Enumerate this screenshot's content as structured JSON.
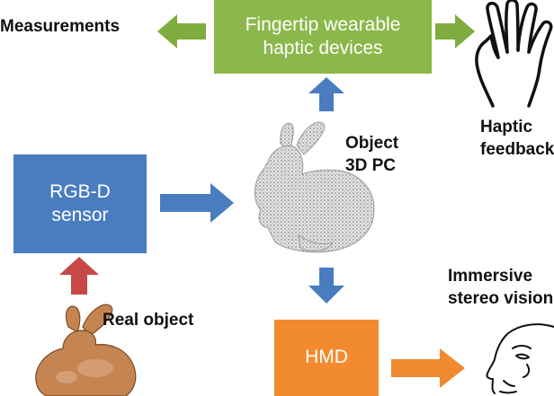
{
  "nodes": {
    "haptic_devices": {
      "label": "Fingertip wearable\nhaptic devices"
    },
    "rgbd_sensor": {
      "label": "RGB-D\nsensor"
    },
    "hmd": {
      "label": "HMD"
    },
    "measurements": {
      "label": "Measurements"
    },
    "object_pc": {
      "label": "Object\n3D PC"
    },
    "real_object": {
      "label": "Real object"
    },
    "haptic_feedback": {
      "label": "Haptic\nfeedback"
    },
    "stereo_vision": {
      "label": "Immersive\nstereo vision"
    }
  },
  "colors": {
    "green_box": "#8bb84a",
    "green_arrow": "#7fac3e",
    "blue_box": "#4a7dc0",
    "blue_arrow": "#4a7cc0",
    "orange_box": "#f28b30",
    "orange_arrow": "#f08a30",
    "red_arrow": "#c84848",
    "bunny_real": "#c48552",
    "bunny_pc": "#dcdcdc"
  },
  "icons": {
    "hand": "hand-outline-icon",
    "face": "face-profile-icon",
    "bunny_pc": "bunny-point-cloud-icon",
    "bunny_real": "bunny-photo-icon"
  }
}
